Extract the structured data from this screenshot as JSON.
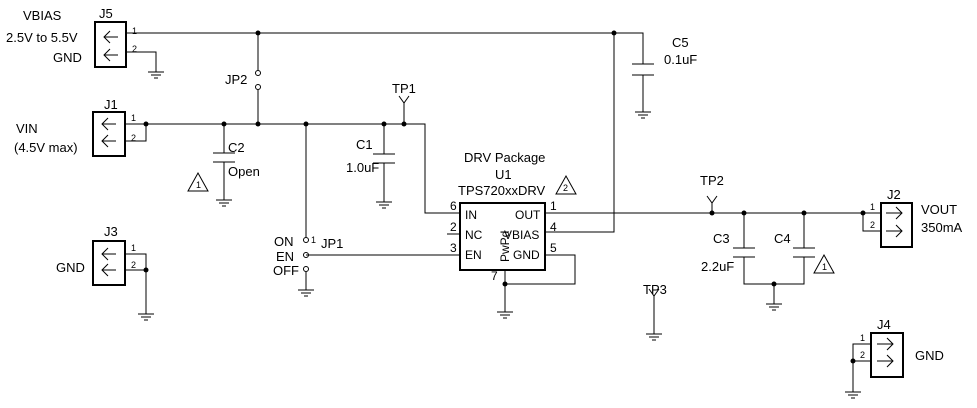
{
  "connectors": {
    "j5": {
      "ref": "J5",
      "net_top": "VBIAS",
      "net_sub": "2.5V to 5.5V",
      "net_bottom": "GND",
      "pin1": "1",
      "pin2": "2"
    },
    "j1": {
      "ref": "J1",
      "net_top": "VIN",
      "net_sub": "(4.5V max)",
      "pin1": "1",
      "pin2": "2"
    },
    "j3": {
      "ref": "J3",
      "net": "GND",
      "pin1": "1",
      "pin2": "2"
    },
    "j2": {
      "ref": "J2",
      "net_top": "VOUT",
      "net_sub": "350mA",
      "pin1": "1",
      "pin2": "2"
    },
    "j4": {
      "ref": "J4",
      "net": "GND",
      "pin1": "1",
      "pin2": "2"
    }
  },
  "jumpers": {
    "jp2": {
      "ref": "JP2"
    },
    "jp1": {
      "ref": "JP1",
      "pos_on": "ON",
      "pos_en": "EN",
      "pos_off": "OFF",
      "pin1": "1"
    }
  },
  "test_points": {
    "tp1": "TP1",
    "tp2": "TP2",
    "tp3": "TP3"
  },
  "capacitors": {
    "c1": {
      "ref": "C1",
      "value": "1.0uF"
    },
    "c2": {
      "ref": "C2",
      "value": "Open"
    },
    "c3": {
      "ref": "C3",
      "value": "2.2uF"
    },
    "c4": {
      "ref": "C4"
    },
    "c5": {
      "ref": "C5",
      "value": "0.1uF"
    }
  },
  "ic": {
    "package": "DRV Package",
    "ref": "U1",
    "part": "TPS720xxDRV",
    "pad_label": "PwPd",
    "pins": {
      "in": {
        "num": "6",
        "name": "IN"
      },
      "nc": {
        "num": "2",
        "name": "NC"
      },
      "en": {
        "num": "3",
        "name": "EN"
      },
      "out": {
        "num": "1",
        "name": "OUT"
      },
      "vbias": {
        "num": "4",
        "name": "VBIAS"
      },
      "gnd": {
        "num": "5",
        "name": "GND"
      },
      "pad": {
        "num": "7"
      }
    }
  },
  "notes": {
    "note1": "1",
    "note2": "2"
  }
}
